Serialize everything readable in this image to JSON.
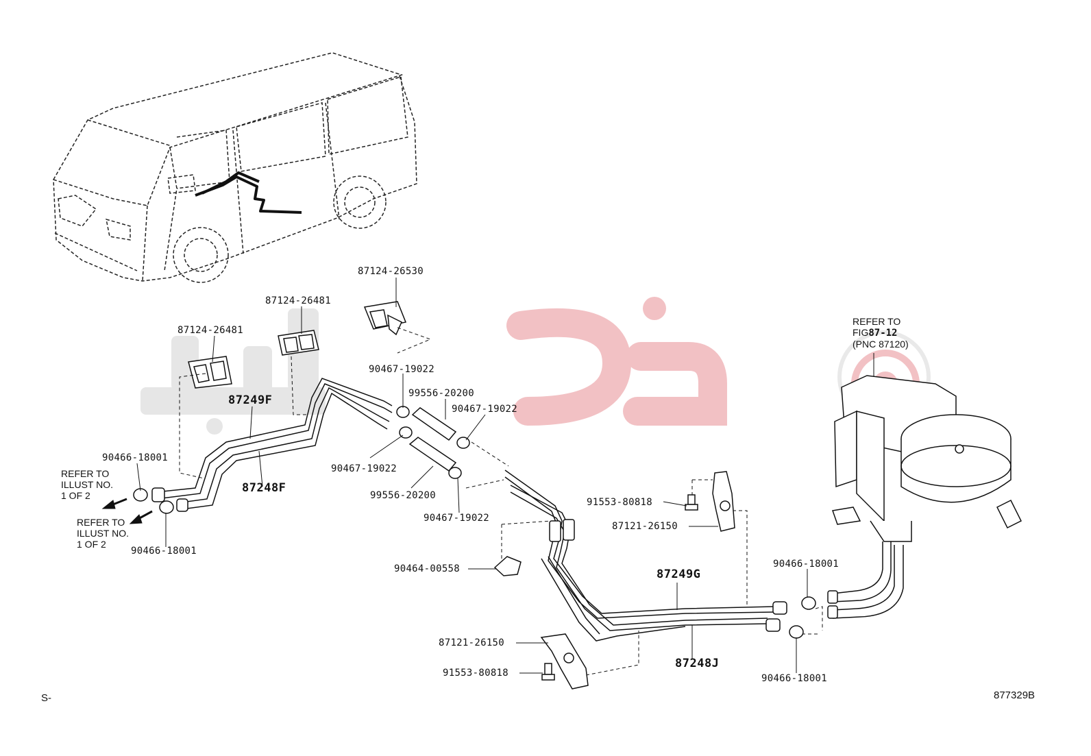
{
  "parts": {
    "p1": "87124-26530",
    "p2": "87124-26481",
    "p3": "87124-26481",
    "p4": "87249F",
    "p5": "90467-19022",
    "p6": "99556-20200",
    "p7": "90467-19022",
    "p8": "90466-18001",
    "p9": "87248F",
    "p10": "90467-19022",
    "p11": "99556-20200",
    "p12": "90466-18001",
    "p13": "90467-19022",
    "p14": "91553-80818",
    "p15": "87121-26150",
    "p16": "90464-00558",
    "p17": "87249G",
    "p18": "90466-18001",
    "p19": "87121-26150",
    "p20": "91553-80818",
    "p21": "87248J",
    "p22": "90466-18001"
  },
  "notes": {
    "refer1": [
      "REFER TO",
      "ILLUST NO.",
      "1 OF 2"
    ],
    "refer2": [
      "REFER TO",
      "ILLUST NO.",
      "1 OF 2"
    ],
    "fig_line1": "REFER TO",
    "fig_line2_prefix": "FIG",
    "fig_line2_ref": "87-12",
    "fig_line3": "(PNC 87120)"
  },
  "corners": {
    "left": "S-",
    "right": "877329B"
  },
  "colors": {
    "line": "#111111",
    "watermark_gray": "#e3e3e3",
    "watermark_red": "#f3c3c6"
  }
}
